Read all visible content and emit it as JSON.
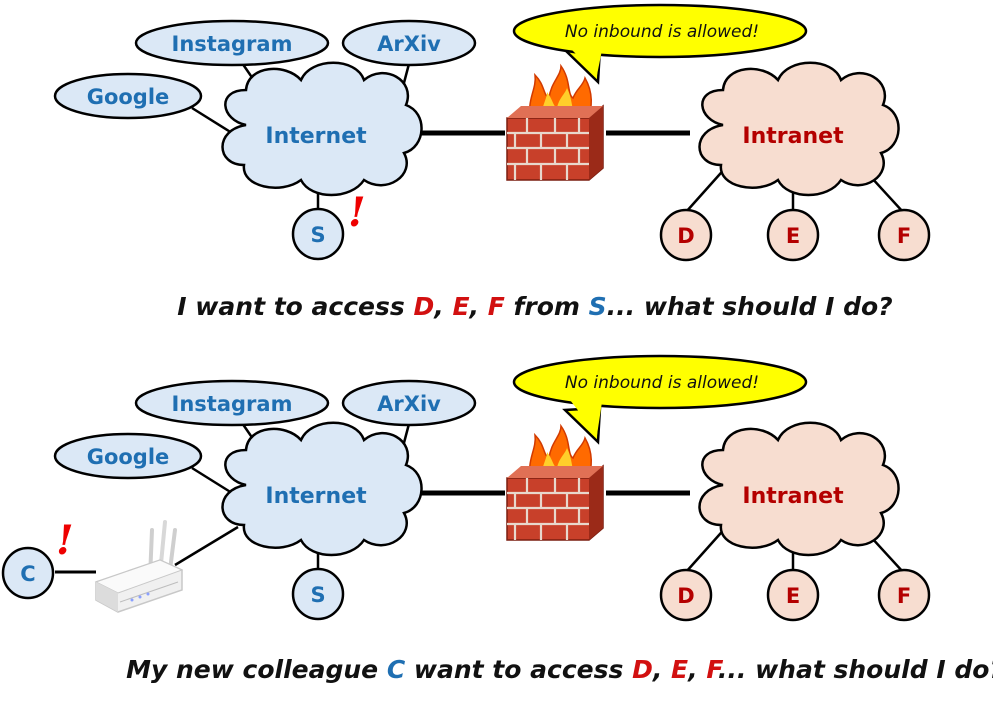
{
  "colors": {
    "internet_fill": "#dbe8f6",
    "intranet_fill": "#f7ddd0",
    "site_fill": "#dbe8f6",
    "bubble_fill": "#ffff00",
    "blue_text": "#1f6fb2",
    "red_text": "#b40000",
    "alert": "#ee0000"
  },
  "panel1": {
    "sites": {
      "instagram": "Instagram",
      "arxiv": "ArXiv",
      "google": "Google"
    },
    "internet": "Internet",
    "intranet": "Intranet",
    "bubble": "No inbound is allowed!",
    "server": "S",
    "alert": "!",
    "internal_nodes": [
      "D",
      "E",
      "F"
    ],
    "caption": {
      "prefix": "I want to access ",
      "d": "D",
      "c1": ", ",
      "e": "E",
      "c2": ", ",
      "f": "F",
      "mid": " from ",
      "s": "S",
      "suffix": "... what should I do?"
    }
  },
  "panel2": {
    "sites": {
      "instagram": "Instagram",
      "arxiv": "ArXiv",
      "google": "Google"
    },
    "internet": "Internet",
    "intranet": "Intranet",
    "bubble": "No inbound is allowed!",
    "server": "S",
    "client": "C",
    "alert": "!",
    "internal_nodes": [
      "D",
      "E",
      "F"
    ],
    "caption": {
      "prefix": "My new colleague ",
      "c": "C",
      "mid": " want to access ",
      "d": "D",
      "c1": ", ",
      "e": "E",
      "c2": ", ",
      "f": "F",
      "suffix": "... what should I do?"
    }
  }
}
